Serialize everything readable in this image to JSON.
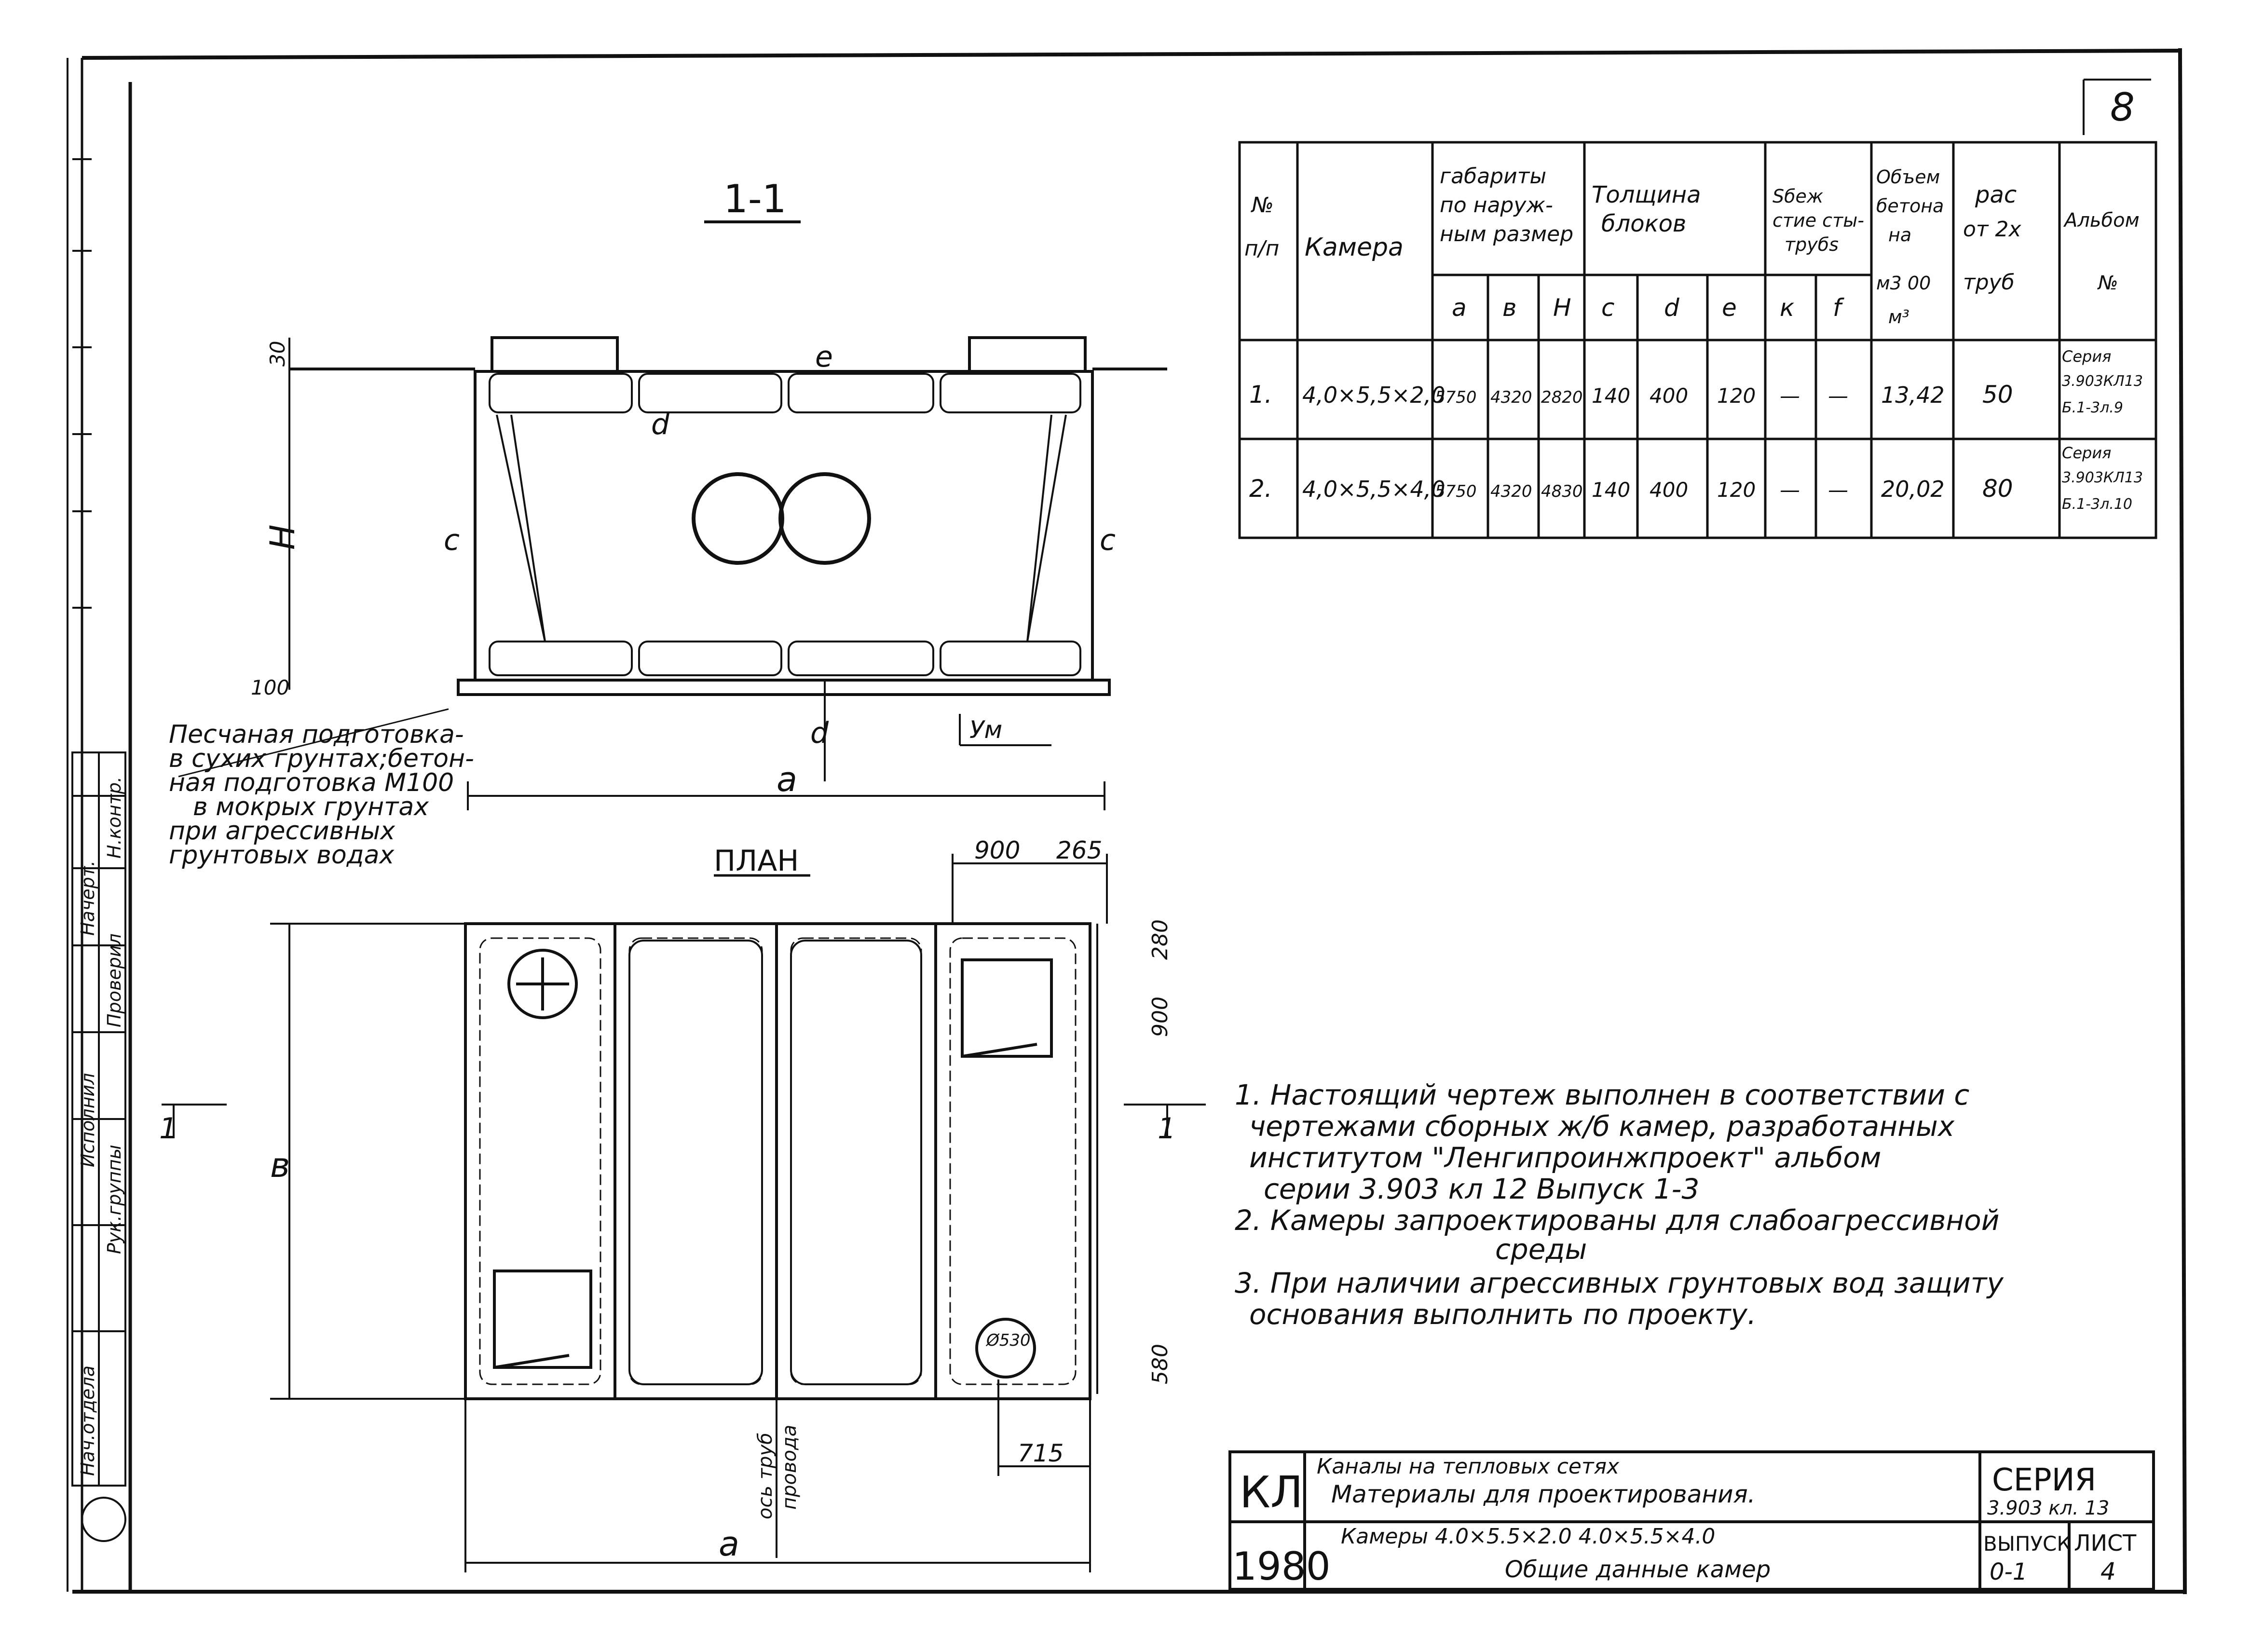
{
  "sheet_number": "8",
  "section": {
    "title": "1-1",
    "dim_30": "30",
    "dim_100": "100",
    "label_H": "H",
    "label_c_left": "c",
    "label_c_right": "c",
    "label_e": "e",
    "label_d_top": "d",
    "label_d_bottom": "d",
    "label_a": "a",
    "ground_level": "Ум"
  },
  "bedding_note": [
    "Песчаная подготовка-",
    "в сухих грунтах;бетон-",
    "ная подготовка М100",
    "в мокрых грунтах",
    "при агрессивных",
    "грунтовых водах"
  ],
  "plan": {
    "title": "ПЛАН",
    "dim_900_top": "900",
    "dim_265": "265",
    "dim_280": "280",
    "dim_900_side": "900",
    "dim_580": "580",
    "dim_715": "715",
    "pipe_dia": "Ø530",
    "label_b": "в",
    "label_a": "a",
    "pipe_axis": [
      "ось труб",
      "провода"
    ],
    "section_mark_left": "1",
    "section_mark_right": "1"
  },
  "table": {
    "headers": {
      "num": [
        "№",
        "п/п"
      ],
      "camera": "Камера",
      "gabarity": [
        "габариты",
        "по наруж-",
        "ным размер"
      ],
      "tolshchina": [
        "Толщина",
        "блоков"
      ],
      "sbeg": [
        "Sбеж",
        "стие сты-",
        "трубs"
      ],
      "obem": [
        "Объем",
        "бетона",
        "на",
        "м3 00",
        "м³"
      ],
      "rast": [
        "рас",
        "от 2х",
        "труб"
      ],
      "album": [
        "Альбом",
        "№"
      ]
    },
    "subheaders": [
      "a",
      "в",
      "H",
      "c",
      "d",
      "e",
      "к",
      "f"
    ],
    "rows": [
      {
        "num": "1.",
        "camera": "4,0×5,5×2,0",
        "a": "5750",
        "b": "4320",
        "H": "2820",
        "c": "140",
        "d": "400",
        "e": "120",
        "k": "—",
        "f": "—",
        "volume": "13,42",
        "dist": "50",
        "album": [
          "Серия",
          "3.903КЛ13",
          "Б.1-3л.9"
        ]
      },
      {
        "num": "2.",
        "camera": "4,0×5,5×4,0",
        "a": "5750",
        "b": "4320",
        "H": "4830",
        "c": "140",
        "d": "400",
        "e": "120",
        "k": "—",
        "f": "—",
        "volume": "20,02",
        "dist": "80",
        "album": [
          "Серия",
          "3.903КЛ13",
          "Б.1-3л.10"
        ]
      }
    ]
  },
  "notes": [
    "1. Настоящий чертеж выполнен  в соответствии с",
    "чертежами сборных ж/б камер, разработанных",
    "институтом \"Ленгипроинжпроект\" альбом",
    "серии 3.903 кл 12  Выпуск 1-3",
    "2. Камеры запроектированы для слабоагрессивной",
    "среды",
    "3. При наличии агрессивных грунтовых вод защиту",
    "основания выполнить по проекту."
  ],
  "stamp": {
    "code": "КЛ",
    "year": "1980",
    "title_line1": "Каналы на тепловых сетях",
    "title_line2": "Материалы для проектирования.",
    "title_line3": "Камеры  4.0×5.5×2.0    4.0×5.5×4.0",
    "title_line4": "Общие данные камер",
    "series_label": "СЕРИЯ",
    "series_value": "3.903 кл. 13",
    "issue_label": "ВЫПУСК",
    "issue_value": "0-1",
    "sheet_label": "ЛИСТ",
    "sheet_value": "4"
  },
  "side_stamp": [
    "Нач.отдела",
    "Рук.группы",
    "Исполнил",
    "Проверил",
    "Начерт.",
    "Н.контр."
  ]
}
